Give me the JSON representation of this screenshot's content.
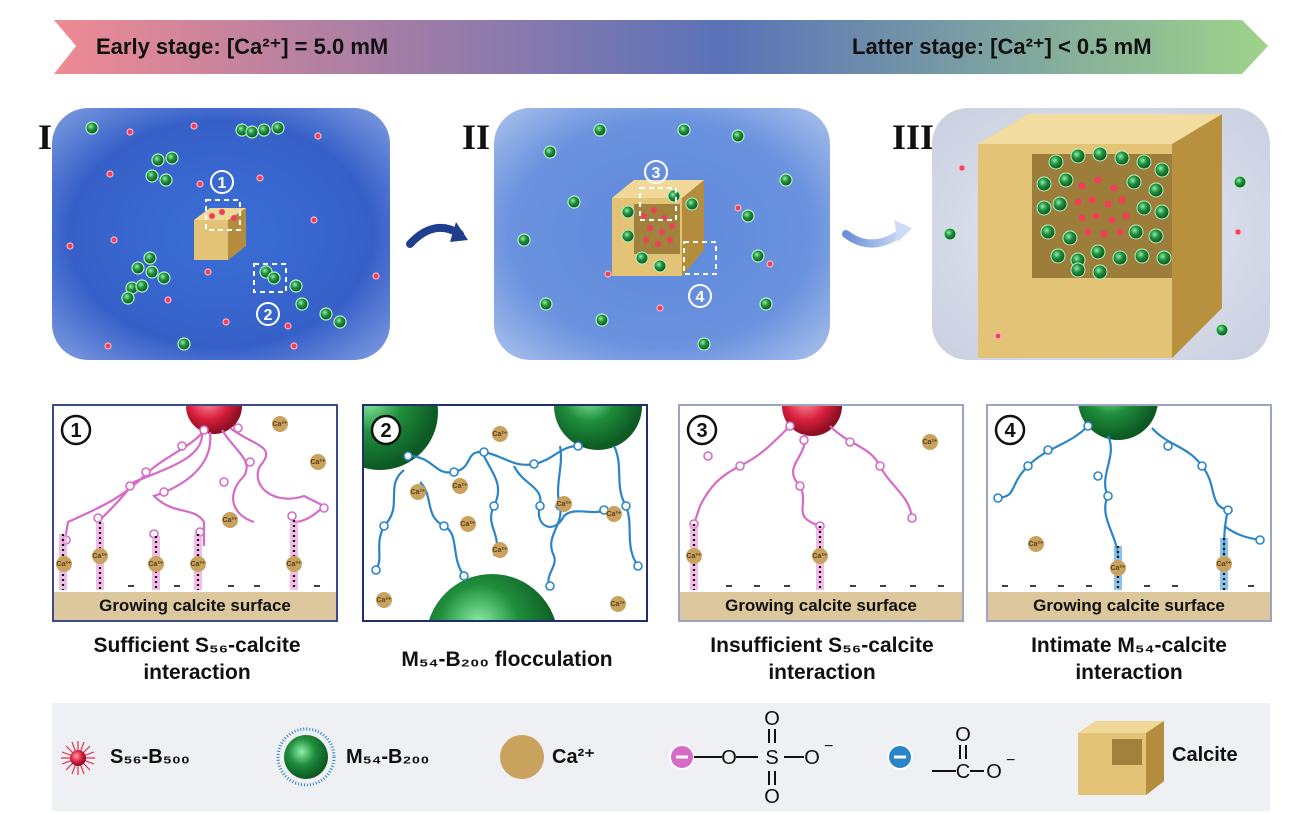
{
  "banner": {
    "left_label": "Early stage:  [Ca²⁺] = 5.0 mM",
    "right_label": "Latter stage: [Ca²⁺] < 0.5 mM",
    "colors": {
      "start": "#ef8a93",
      "middle": "#5a72b8",
      "end": "#9fd38a"
    }
  },
  "stages": [
    {
      "numeral": "I"
    },
    {
      "numeral": "II"
    },
    {
      "numeral": "III"
    }
  ],
  "markers": {
    "m1": "1",
    "m2": "2",
    "m3": "3",
    "m4": "4"
  },
  "details": [
    {
      "number": "1",
      "surface_label": "Growing calcite surface",
      "caption_line1": "Sufficient S₅₆-calcite",
      "caption_line2": "interaction"
    },
    {
      "number": "2",
      "surface_label": "",
      "caption_line1": "M₅₄-B₂₀₀ flocculation",
      "caption_line2": ""
    },
    {
      "number": "3",
      "surface_label": "Growing calcite surface",
      "caption_line1": "Insufficient S₅₆-calcite",
      "caption_line2": "interaction"
    },
    {
      "number": "4",
      "surface_label": "Growing calcite surface",
      "caption_line1": "Intimate M₅₄-calcite",
      "caption_line2": "interaction"
    }
  ],
  "ion_label": "Ca²⁺",
  "legend": {
    "s56": "S₅₆-B₅₀₀",
    "m54": "M₅₄-B₂₀₀",
    "ca": "Ca²⁺",
    "calcite": "Calcite",
    "sulfate": {
      "o": "O",
      "s": "S",
      "minus": "−"
    },
    "carboxylate": {
      "o": "O",
      "c": "C",
      "minus": "−"
    }
  },
  "colors": {
    "s56_particle": "#e0304a",
    "m54_particle": "#2e9a48",
    "ca_ion": "#c9a25e",
    "calcite": "#e3c476",
    "s56_chain": "#d66bc7",
    "m54_chain": "#2a85c8",
    "scene_blue": "#2d56c4"
  }
}
